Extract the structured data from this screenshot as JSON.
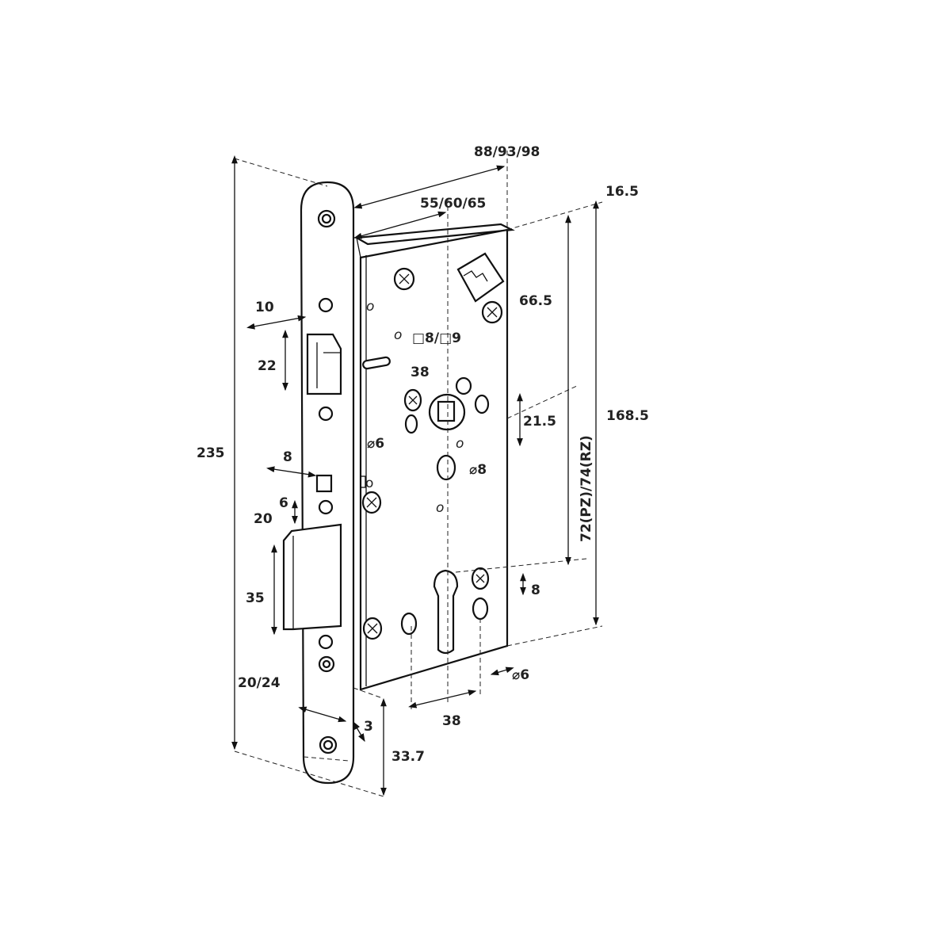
{
  "title": "Mortise lock dimensional drawing",
  "dimensions": {
    "overall_depth": "88/93/98",
    "backset": "55/60/65",
    "case_thickness": "16.5",
    "follower_height": "66.5",
    "latch_projection": "10",
    "latch_height": "22",
    "spindle": "□8/□9",
    "fixing_spacing_top": "38",
    "follower_offset": "21.5",
    "hole_small": "⌀6",
    "hole_large": "⌀8",
    "faceplate_length": "235",
    "case_height": "168.5",
    "distance": "72(PZ)/74(RZ)",
    "trigger_width": "8",
    "trigger_height": "6",
    "bolt_projection": "20",
    "bolt_height": "35",
    "cylinder_offset": "8",
    "faceplate_width": "20/24",
    "faceplate_thickness": "3",
    "bottom_offset": "33.7",
    "fixing_spacing_bottom": "38",
    "hole_bottom": "⌀6"
  }
}
